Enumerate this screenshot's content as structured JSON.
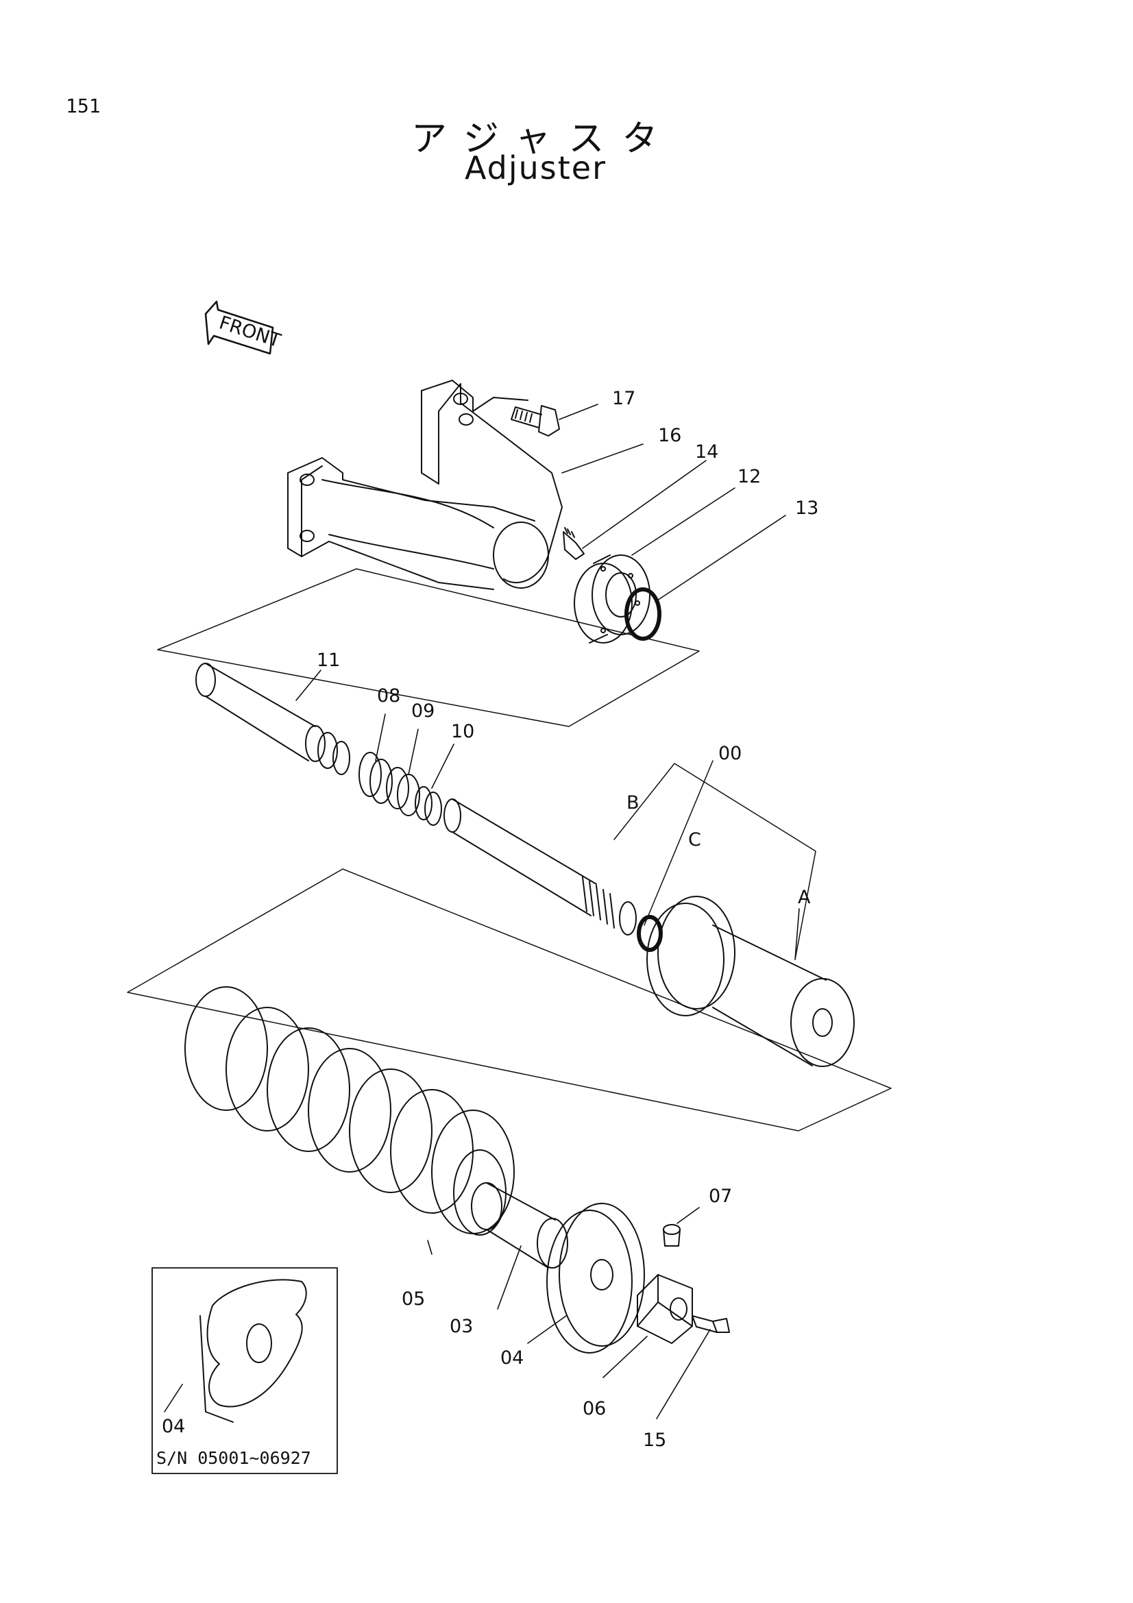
{
  "page": {
    "number": "151",
    "title_ja": "アジャスタ",
    "title_en": "Adjuster"
  },
  "front_arrow": {
    "label": "FRONT"
  },
  "callouts": [
    {
      "id": "17",
      "text": "17"
    },
    {
      "id": "16",
      "text": "16"
    },
    {
      "id": "14",
      "text": "14"
    },
    {
      "id": "12",
      "text": "12"
    },
    {
      "id": "13",
      "text": "13"
    },
    {
      "id": "11",
      "text": "11"
    },
    {
      "id": "08",
      "text": "08"
    },
    {
      "id": "09",
      "text": "09"
    },
    {
      "id": "10",
      "text": "10"
    },
    {
      "id": "00",
      "text": "00"
    },
    {
      "id": "B",
      "text": "B"
    },
    {
      "id": "C",
      "text": "C"
    },
    {
      "id": "A",
      "text": "A"
    },
    {
      "id": "07",
      "text": "07"
    },
    {
      "id": "05",
      "text": "05"
    },
    {
      "id": "03",
      "text": "03"
    },
    {
      "id": "04",
      "text": "04"
    },
    {
      "id": "06",
      "text": "06"
    },
    {
      "id": "15",
      "text": "15"
    }
  ],
  "inset": {
    "part_label": "04",
    "serial_range": "S/N 05001~06927"
  },
  "colors": {
    "ink": "#111111",
    "paper": "#ffffff"
  }
}
